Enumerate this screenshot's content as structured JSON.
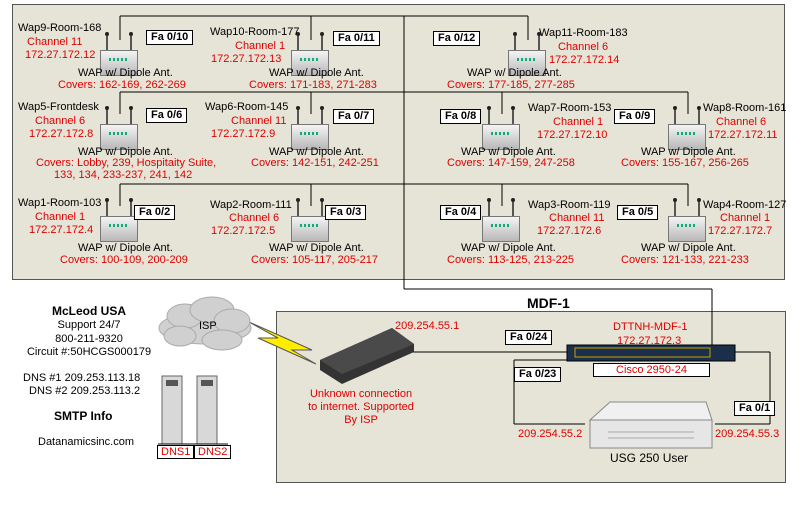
{
  "floor": {
    "aps": [
      {
        "name": "Wap9-Room-168",
        "channel": "Channel 11",
        "ip": "172.27.172.12",
        "port": "Fa 0/10",
        "type": "WAP w/ Dipole Ant.",
        "covers": "Covers: 162-169, 262-269"
      },
      {
        "name": "Wap10-Room-177",
        "channel": "Channel 1",
        "ip": "172.27.172.13",
        "port": "Fa 0/11",
        "type": "WAP w/ Dipole Ant.",
        "covers": "Covers: 171-183, 271-283"
      },
      {
        "name": "Wap11-Room-183",
        "channel": "Channel 6",
        "ip": "172.27.172.14",
        "port": "Fa 0/12",
        "type": "WAP w/ Dipole Ant.",
        "covers": "Covers: 177-185, 277-285"
      },
      {
        "name": "Wap5-Frontdesk",
        "channel": "Channel 6",
        "ip": "172.27.172.8",
        "port": "Fa 0/6",
        "type": "WAP w/ Dipole Ant.",
        "covers": "Covers: Lobby, 239, Hospitaity Suite,",
        "covers2": "133, 134, 233-237, 241, 142"
      },
      {
        "name": "Wap6-Room-145",
        "channel": "Channel 11",
        "ip": "172.27.172.9",
        "port": "Fa 0/7",
        "type": "WAP w/ Dipole Ant.",
        "covers": "Covers: 142-151, 242-251"
      },
      {
        "name": "Wap7-Room-153",
        "channel": "Channel 1",
        "ip": "172.27.172.10",
        "port": "Fa 0/8",
        "type": "WAP w/ Dipole Ant.",
        "covers": "Covers: 147-159, 247-258"
      },
      {
        "name": "Wap8-Room-161",
        "channel": "Channel 6",
        "ip": "172.27.172.11",
        "port": "Fa 0/9",
        "type": "WAP w/ Dipole Ant.",
        "covers": "Covers: 155-167, 256-265"
      },
      {
        "name": "Wap1-Room-103",
        "channel": "Channel 1",
        "ip": "172.27.172.4",
        "port": "Fa 0/2",
        "type": "WAP w/ Dipole Ant.",
        "covers": "Covers: 100-109, 200-209"
      },
      {
        "name": "Wap2-Room-111",
        "channel": "Channel 6",
        "ip": "172.27.172.5",
        "port": "Fa 0/3",
        "type": "WAP w/ Dipole Ant.",
        "covers": "Covers: 105-117, 205-217"
      },
      {
        "name": "Wap3-Room-119",
        "channel": "Channel 11",
        "ip": "172.27.172.6",
        "port": "Fa 0/4",
        "type": "WAP w/ Dipole Ant.",
        "covers": "Covers: 113-125, 213-225"
      },
      {
        "name": "Wap4-Room-127",
        "channel": "Channel 1",
        "ip": "172.27.172.7",
        "port": "Fa 0/5",
        "type": "WAP w/ Dipole Ant.",
        "covers": "Covers: 121-133, 221-233"
      }
    ]
  },
  "mdf": {
    "title": "MDF-1",
    "isp_ip": "209.254.55.1",
    "switch_name": "DTTNH-MDF-1",
    "switch_ip": "172.27.172.3",
    "switch_model": "Cisco 2950-24",
    "port_uplink": "Fa 0/24",
    "port_23": "Fa 0/23",
    "port_1": "Fa 0/1",
    "usg_ip_left": "209.254.55.2",
    "usg_ip_right": "209.254.55.3",
    "usg_label": "USG 250 User",
    "unknown_conn": [
      "Unknown connection",
      "to internet.  Supported",
      "By ISP"
    ]
  },
  "isp": {
    "cloud_label": "ISP",
    "provider": "McLeod USA",
    "support": "Support 24/7",
    "phone": "800-211-9320",
    "circuit": "Circuit #:50HCGS000179",
    "dns1": "DNS #1 209.253.113.18",
    "dns2": "DNS #2 209.253.113.2",
    "smtp": "SMTP Info",
    "domain": "Datanamicsinc.com",
    "server1": "DNS1",
    "server2": "DNS2"
  }
}
